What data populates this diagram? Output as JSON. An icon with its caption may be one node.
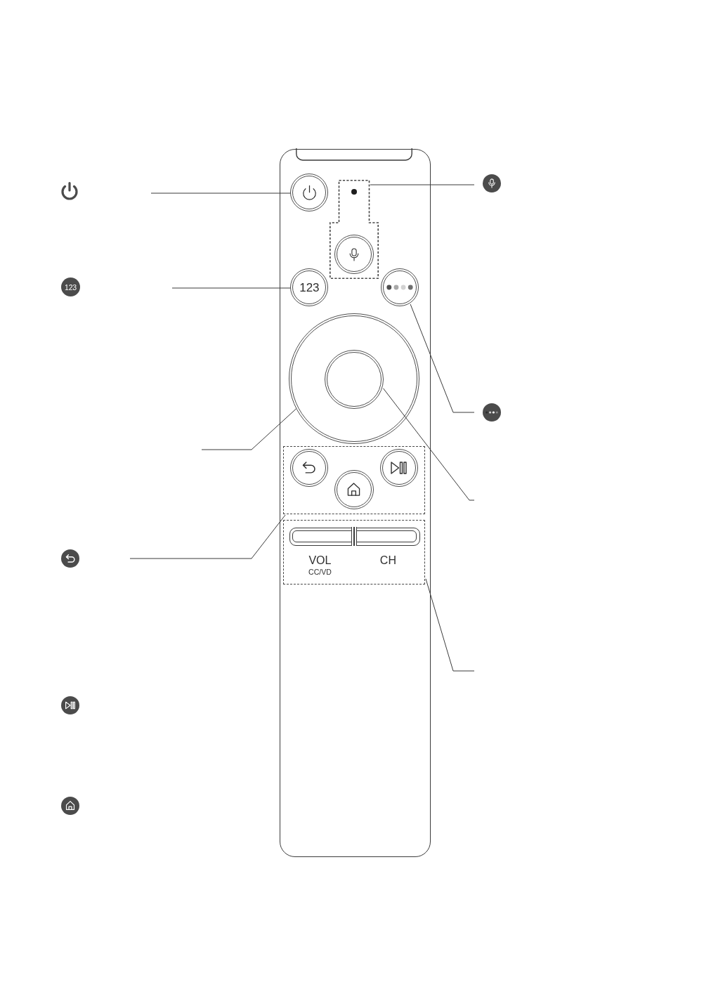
{
  "diagram": {
    "nodes": [
      {
        "text": [],
        "shape": "box"
      },
      {
        "text": [],
        "shape": "circle",
        "in": 0
      },
      {
        "text": [],
        "shape": "box",
        "in": 0
      },
      {
        "text": [],
        "shape": "circle",
        "in": 2
      },
      {
        "text": [
          "123"
        ],
        "in": 0
      },
      {
        "text": [],
        "shape": "circle",
        "in": 0
      },
      {
        "text": [],
        "shape": "circle",
        "in": 0
      },
      {
        "text": [],
        "shape": "circle",
        "in": 6
      },
      {
        "text": [],
        "shape": "box",
        "in": 0
      },
      {
        "text": [],
        "shape": "circle",
        "in": 8
      },
      {
        "text": [],
        "shape": "circle",
        "in": 8
      },
      {
        "text": [],
        "shape": "circle",
        "in": 8
      },
      {
        "text": [
          "VOL",
          "CC/VD",
          "CH"
        ],
        "in": 0
      },
      {
        "text": [],
        "shape": "bar",
        "in": 12
      }
    ],
    "edges": [
      {
        "from": null,
        "to": 1,
        "arrow": "none"
      },
      {
        "from": null,
        "to": 2,
        "arrow": "none"
      },
      {
        "from": null,
        "to": 4,
        "arrow": "none"
      },
      {
        "from": null,
        "to": 5,
        "arrow": "none"
      },
      {
        "from": null,
        "to": 6,
        "arrow": "none"
      },
      {
        "from": null,
        "to": 7,
        "arrow": "none"
      },
      {
        "from": null,
        "to": 8,
        "arrow": "none"
      },
      {
        "from": null,
        "to": 12,
        "arrow": "none"
      }
    ],
    "labels": [
      "123"
    ]
  }
}
